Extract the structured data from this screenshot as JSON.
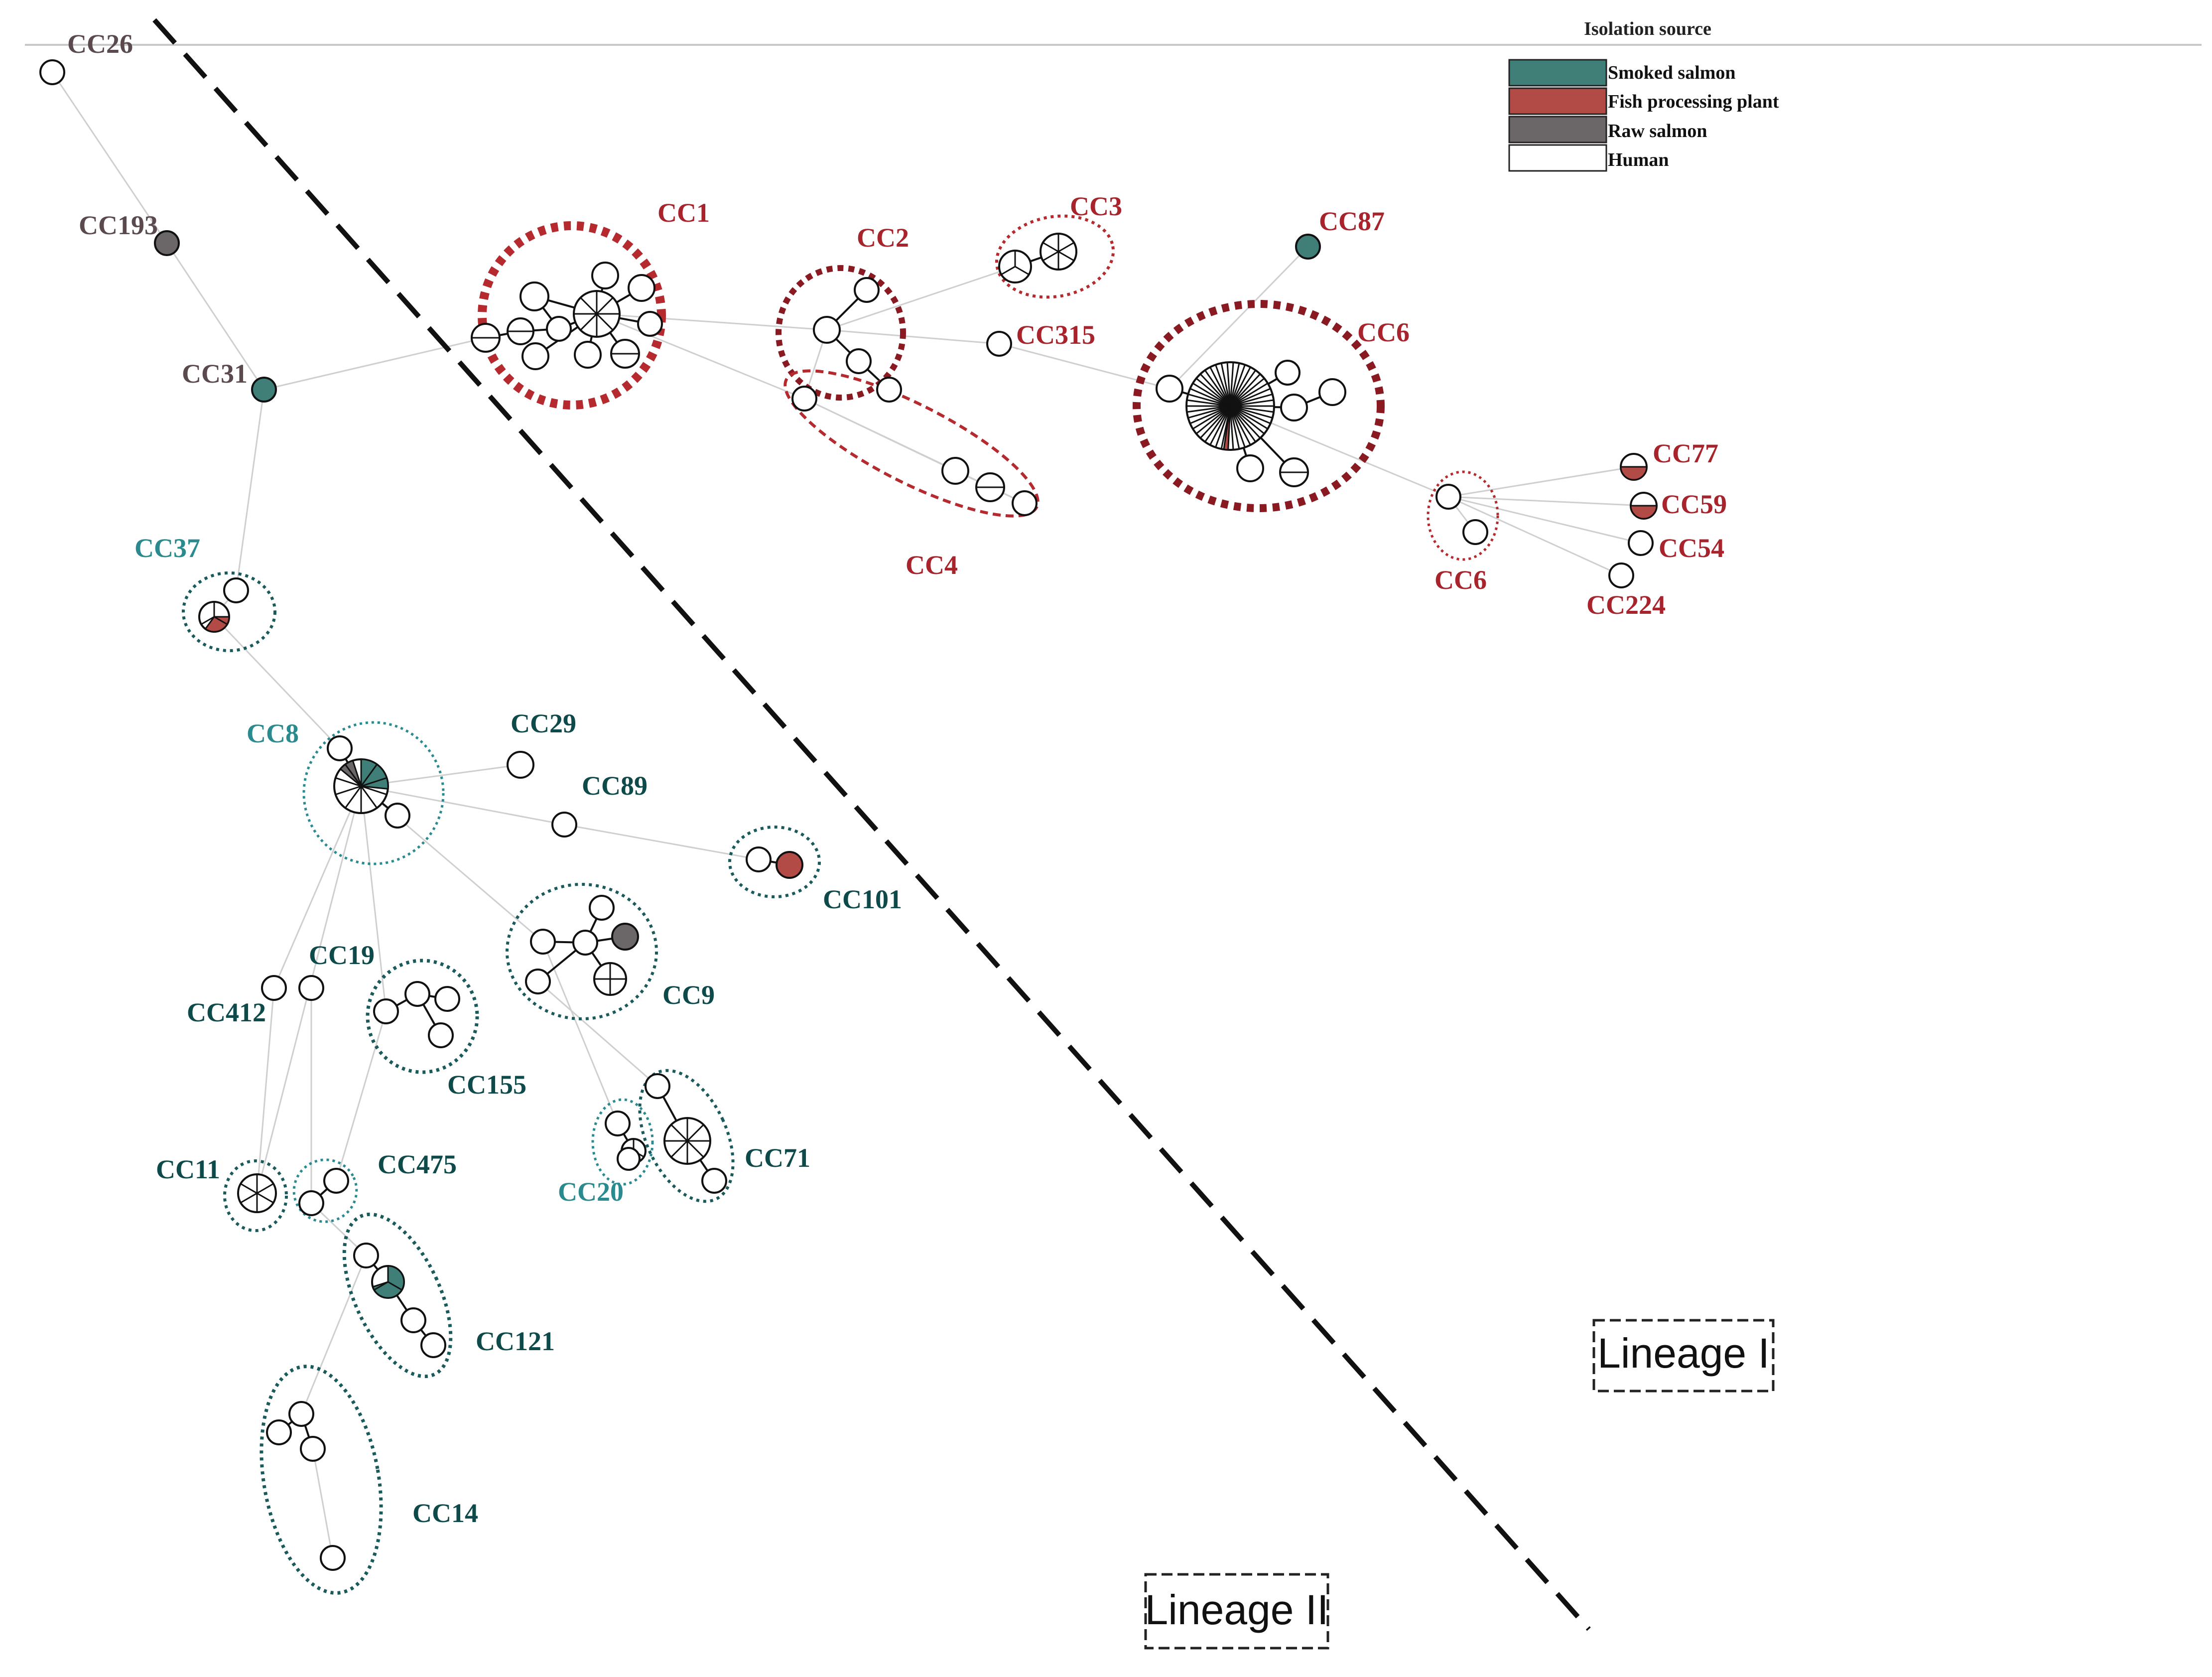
{
  "legend": {
    "title": "Isolation source",
    "items": [
      {
        "label": "Smoked salmon",
        "color": "#3f7f77"
      },
      {
        "label": "Fish processing plant",
        "color": "#b24a45"
      },
      {
        "label": "Raw salmon",
        "color": "#6b6668"
      },
      {
        "label": "Human",
        "color": "#ffffff"
      }
    ]
  },
  "lineages": {
    "one": "Lineage I",
    "two": "Lineage II"
  },
  "colors": {
    "lineage1_label": "#a8242c",
    "lineage1_group": "#b52a2e",
    "lineage1_group_dark": "#8a1a22",
    "lineage2_label": "#0e4a4a",
    "lineage2_group": "#1a5a5a",
    "light_teal_label": "#2a8a8e",
    "outgroup_label": "#5a4a4e",
    "edge": "#cccccc"
  },
  "cc_labels": {
    "cc26": "CC26",
    "cc193": "CC193",
    "cc31": "CC31",
    "cc37": "CC37",
    "cc1": "CC1",
    "cc2": "CC2",
    "cc3": "CC3",
    "cc4": "CC4",
    "cc315": "CC315",
    "cc87": "CC87",
    "cc6": "CC6",
    "cc6b": "CC6",
    "cc77": "CC77",
    "cc59": "CC59",
    "cc54": "CC54",
    "cc224": "CC224",
    "cc8": "CC8",
    "cc29": "CC29",
    "cc89": "CC89",
    "cc101": "CC101",
    "cc19": "CC19",
    "cc412": "CC412",
    "cc155": "CC155",
    "cc9": "CC9",
    "cc11": "CC11",
    "cc475": "CC475",
    "cc20": "CC20",
    "cc71": "CC71",
    "cc121": "CC121",
    "cc14": "CC14"
  }
}
